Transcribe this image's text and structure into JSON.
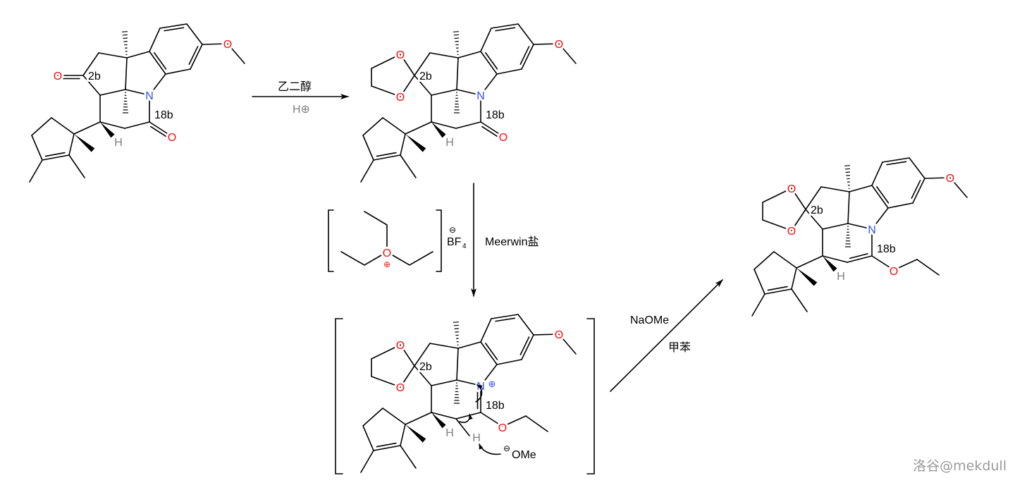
{
  "atoms": {
    "O": "O",
    "N": "N",
    "H": "H",
    "OMe_group": "OMe",
    "plus": "⊕",
    "minus": "⊖"
  },
  "locants": {
    "c2": "2b",
    "c18": "18b"
  },
  "step1": {
    "reagent": "乙二醇",
    "catalyst": "H⊕"
  },
  "step2": {
    "reagent_label": "Meerwin盐",
    "counterion": "BF",
    "counterion_sub": "4",
    "counterion_charge": "⊖"
  },
  "step3": {
    "base": "NaOMe",
    "solvent": "甲苯"
  },
  "intermediate": {
    "base_ion": "OMe",
    "base_charge": "⊖"
  },
  "watermark": "洛谷@mekdull",
  "colors": {
    "oxygen": "#ff0d0d",
    "nitrogen": "#3050f8",
    "hydrogen": "#808080",
    "bond": "#000000"
  }
}
